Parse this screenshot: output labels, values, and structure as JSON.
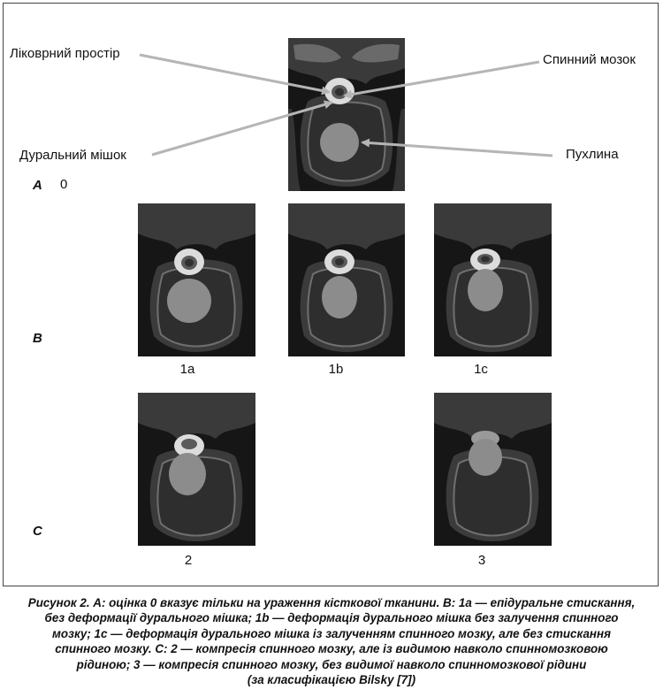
{
  "labels": {
    "csf_space": "Ліковрний простір",
    "spinal_cord": "Спинний мозок",
    "dural_sac": "Дуральний мішок",
    "tumor": "Пухлина"
  },
  "rows": {
    "a": "A",
    "b": "B",
    "c": "C"
  },
  "grades": {
    "g0": "0",
    "g1a": "1a",
    "g1b": "1b",
    "g1c": "1c",
    "g2": "2",
    "g3": "3"
  },
  "caption": {
    "line1": "Рисунок 2. А: оцінка 0 вказує тільки на ураження кісткової тканини. B: 1а — епідуральне стискання,",
    "line2": "без деформації дурального мішка; 1b — деформація дурального мішка без залучення спинного",
    "line3": "мозку; 1с — деформація дурального мішка із залученням спинного мозку, але без стискання",
    "line4": "спинного мозку. C: 2 — компресія спинного мозку, але із видимою навколо спинномозковою",
    "line5": "рідиною; 3 — компресія спинного мозку, без видимої навколо спинномозкової рідини",
    "line6": "(за класифікацією Bilsky [7])"
  },
  "colors": {
    "tumor": "#8c8c8c",
    "arrow": "#b5b5b5",
    "background": "#141414"
  }
}
